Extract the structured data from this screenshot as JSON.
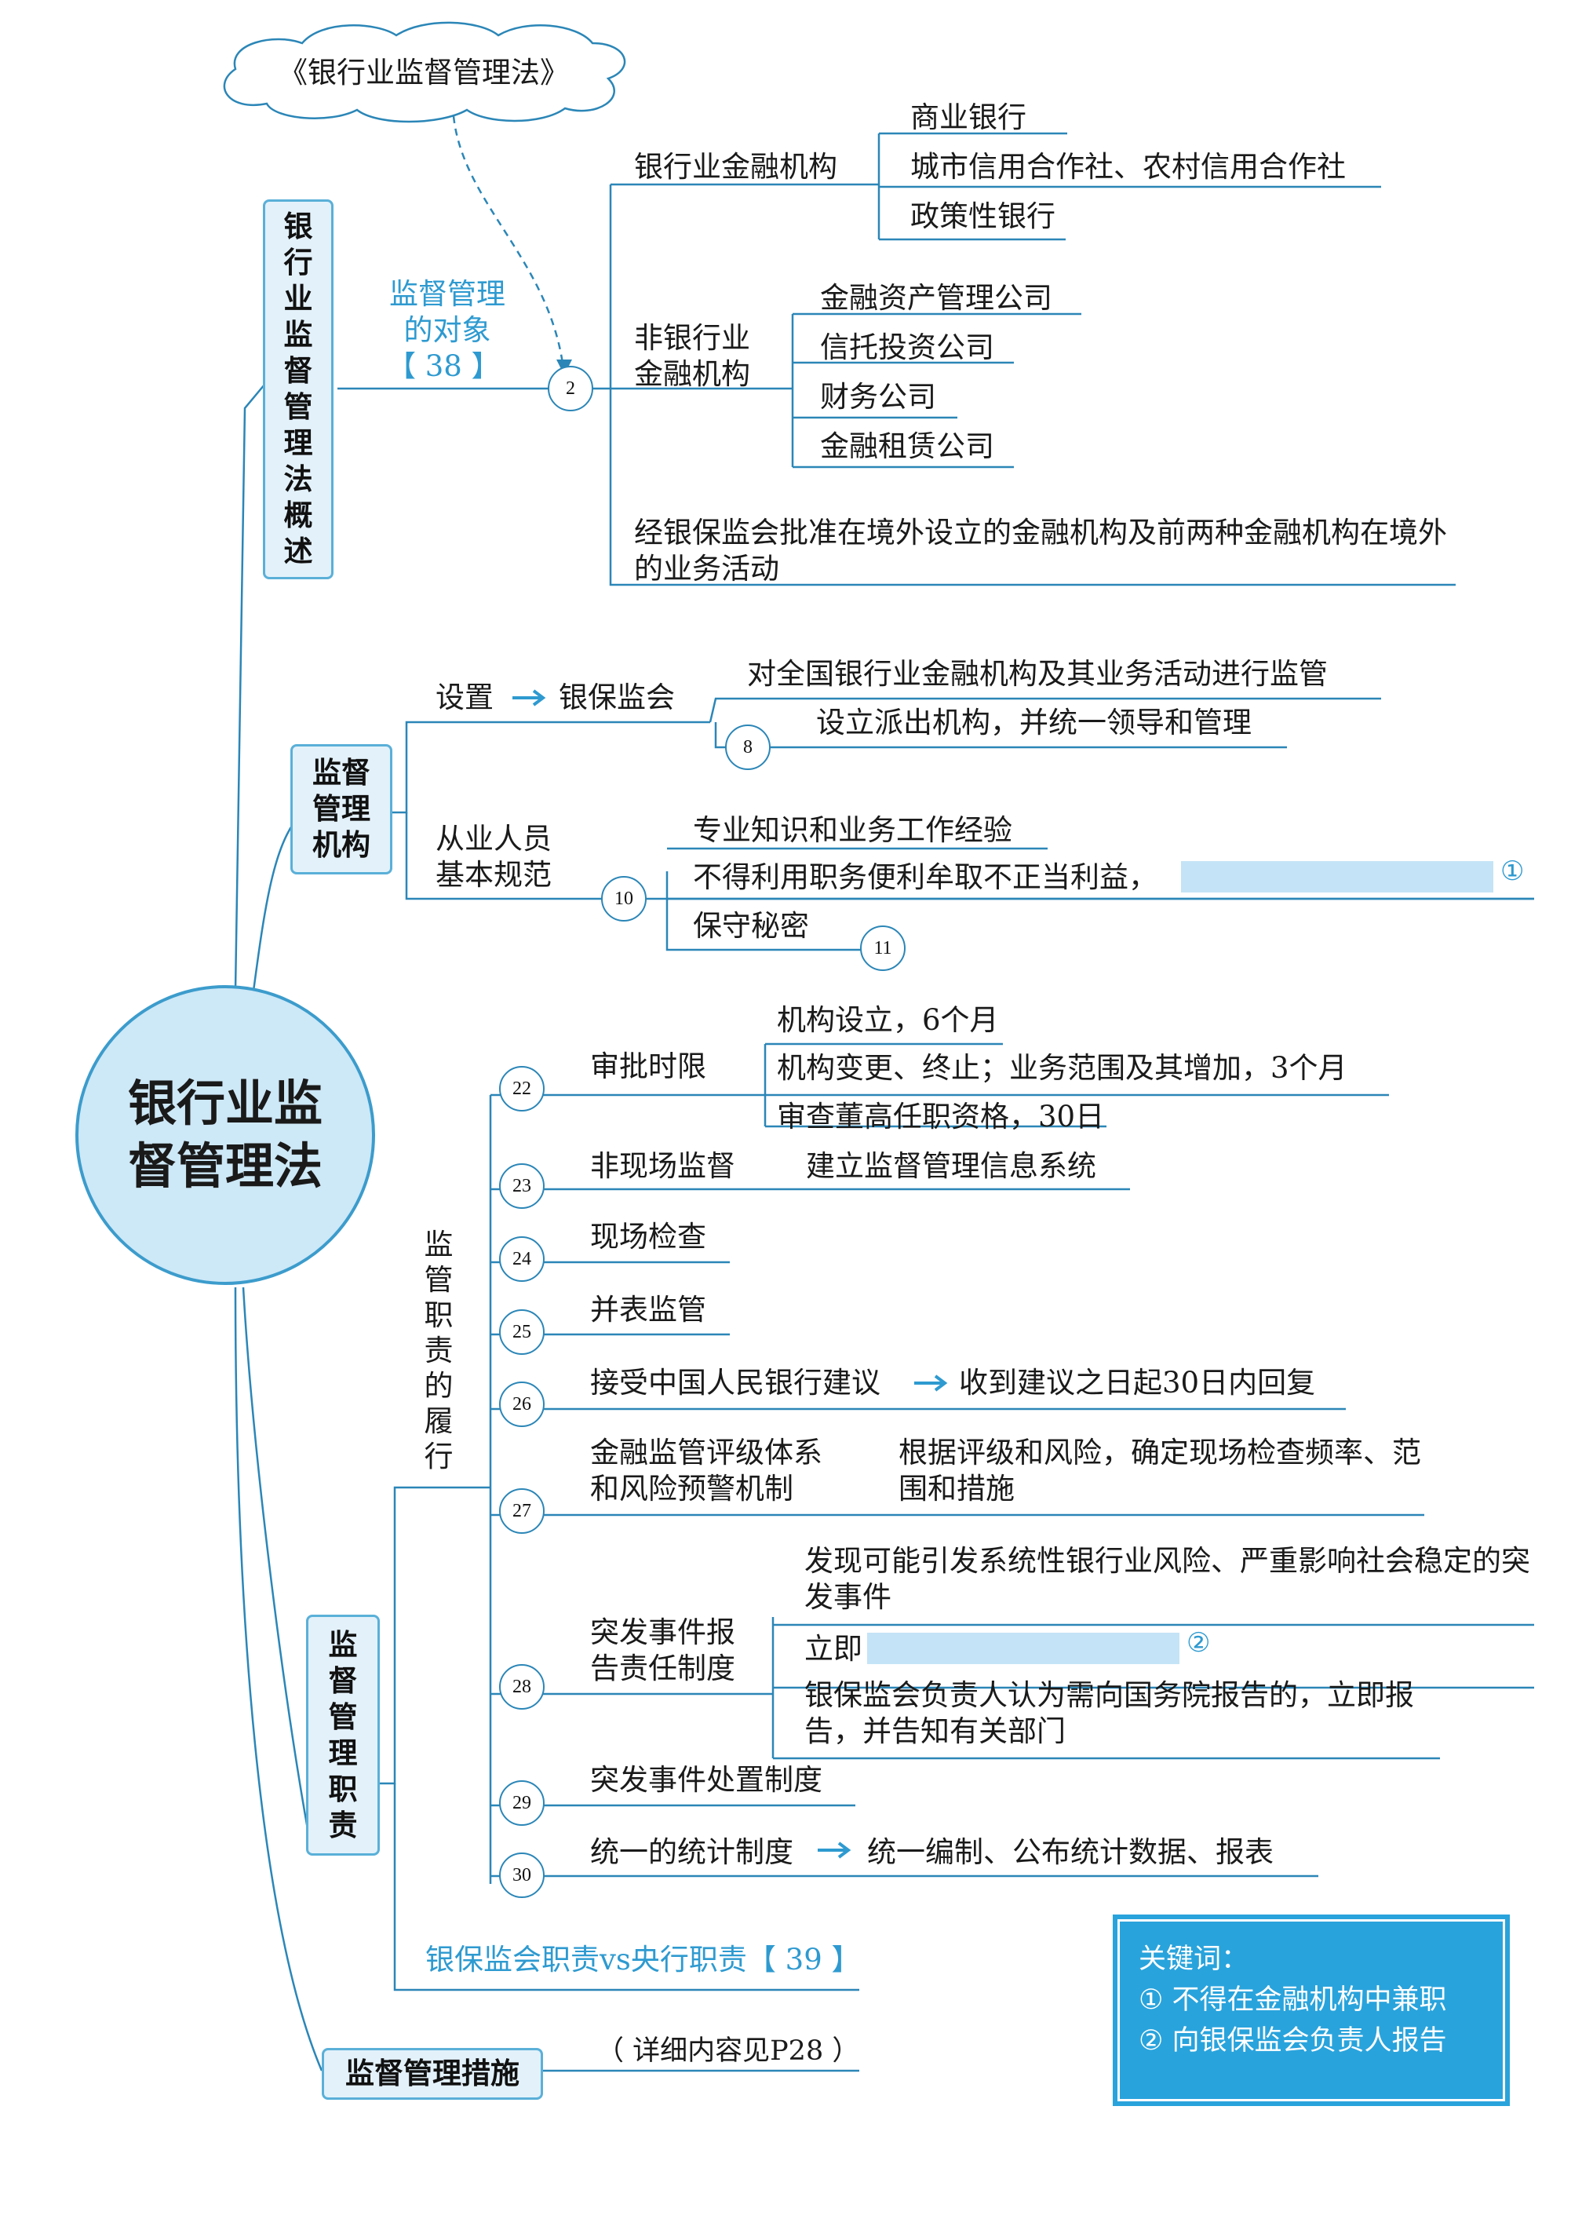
{
  "center": "银行业监督管理法",
  "cloud": "《银行业监督管理法》",
  "colors": {
    "line": "#2b86b7",
    "accent_text": "#2e9ad0",
    "box_fill": "#e3f1fa",
    "box_border": "#5ab0d8",
    "highlight": "#c4e3f6",
    "keyword_bg": "#29a3dc"
  },
  "overview": {
    "title": "银行业监督管理法概述",
    "object_label": "监督管理的对象",
    "object_page": "【 38 】",
    "object_num": "2",
    "banks": {
      "label": "银行业金融机构",
      "items": [
        "商业银行",
        "城市信用合作社、农村信用合作社",
        "政策性银行"
      ]
    },
    "nonbanks": {
      "label": "非银行业金融机构",
      "items": [
        "金融资产管理公司",
        "信托投资公司",
        "财务公司",
        "金融租赁公司"
      ]
    },
    "overseas": "经银保监会批准在境外设立的金融机构及前两种金融机构在境外的业务活动"
  },
  "institution": {
    "title": "监督管理机构",
    "setup_label": "设置",
    "setup_target": "银保监会",
    "setup_items": [
      "对全国银行业金融机构及其业务活动进行监管",
      "设立派出机构，并统一领导和管理"
    ],
    "setup_num": "8",
    "staff_label": "从业人员基本规范",
    "staff_num": "10",
    "staff_items": [
      "专业知识和业务工作经验",
      "不得利用职务便利牟取不正当利益，",
      "保守秘密"
    ],
    "staff_mark": "①",
    "secret_num": "11"
  },
  "duties": {
    "title": "监督管理职责",
    "perform_label": "监管职责的履行",
    "approval": {
      "num": "22",
      "label": "审批时限",
      "items": [
        "机构设立，6个月",
        "机构变更、终止；业务范围及其增加，3个月",
        "审查董高任职资格，30日"
      ]
    },
    "offsite": {
      "num": "23",
      "label": "非现场监督",
      "detail": "建立监督管理信息系统"
    },
    "onsite": {
      "num": "24",
      "label": "现场检查"
    },
    "consolidated": {
      "num": "25",
      "label": "并表监管"
    },
    "pboc": {
      "num": "26",
      "label": "接受中国人民银行建议",
      "detail": "收到建议之日起30日内回复"
    },
    "rating": {
      "num": "27",
      "label": "金融监管评级体系和风险预警机制",
      "detail": "根据评级和风险，确定现场检查频率、范围和措施"
    },
    "emergency": {
      "num": "28",
      "label": "突发事件报告责任制度",
      "items": [
        "发现可能引发系统性银行业风险、严重影响社会稳定的突发事件",
        "立即",
        "银保监会负责人认为需向国务院报告的，立即报告，并告知有关部门"
      ],
      "mark": "②"
    },
    "handling": {
      "num": "29",
      "label": "突发事件处置制度"
    },
    "stats": {
      "num": "30",
      "label": "统一的统计制度",
      "detail": "统一编制、公布统计数据、报表"
    },
    "vs": "银保监会职责vs央行职责【 39 】"
  },
  "measures": {
    "title": "监督管理措施",
    "note": "（ 详细内容见P28 ）"
  },
  "keywords": {
    "title": "关键词：",
    "items": [
      "① 不得在金融机构中兼职",
      "② 向银保监会负责人报告"
    ]
  }
}
